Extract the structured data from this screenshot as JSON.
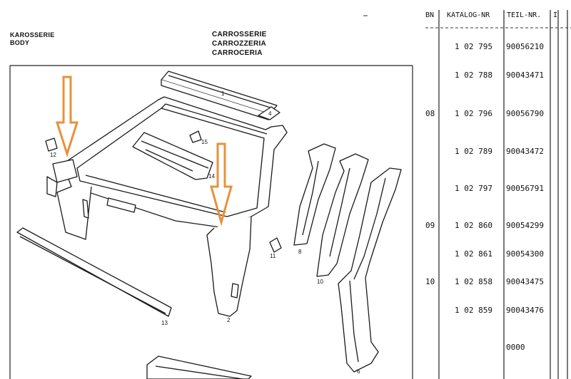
{
  "header": {
    "left_line1": "KAROSSERIE",
    "left_line2": "BODY",
    "right_line1": "CARROSSERIE",
    "right_line2": "CARROZZERIA",
    "right_line3": "CARROCERIA"
  },
  "table": {
    "columns": [
      "BN",
      "KATALOG-NR",
      "TEIL-NR.",
      "I"
    ],
    "rows": [
      {
        "bn": "",
        "katalog": "1 02 795",
        "teil": "90056210"
      },
      {
        "bn": "",
        "katalog": "1 02 788",
        "teil": "90043471"
      },
      {
        "bn": "08",
        "katalog": "1 02 796",
        "teil": "90056790"
      },
      {
        "bn": "",
        "katalog": "1 02 789",
        "teil": "90043472"
      },
      {
        "bn": "",
        "katalog": "1 02 797",
        "teil": "90056791"
      },
      {
        "bn": "09",
        "katalog": "1 02 860",
        "teil": "90054299"
      },
      {
        "bn": "",
        "katalog": "1 02 861",
        "teil": "90054300"
      },
      {
        "bn": "10",
        "katalog": "1 02 858",
        "teil": "90043475"
      },
      {
        "bn": "",
        "katalog": "1 02 859",
        "teil": "90043476"
      },
      {
        "bn": "",
        "katalog": "",
        "teil": "0000"
      }
    ]
  },
  "callouts": [
    "1",
    "2",
    "4",
    "6",
    "8",
    "10",
    "11",
    "12",
    "13",
    "14",
    "15"
  ],
  "annotation_color": "#e8913a"
}
